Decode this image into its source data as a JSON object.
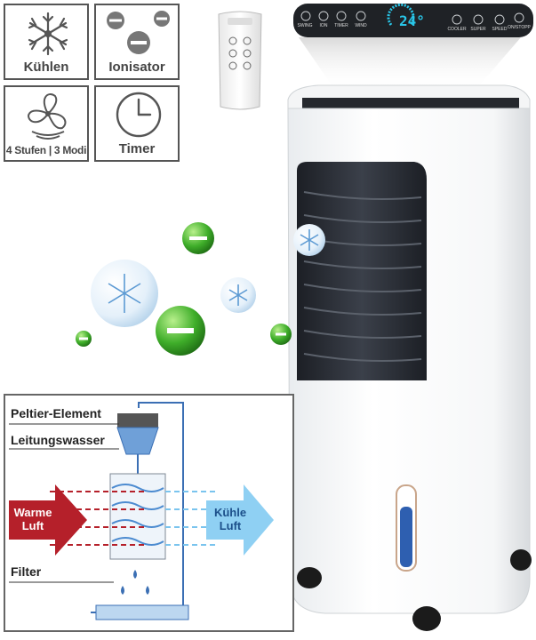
{
  "features": [
    {
      "label": "Kühlen",
      "icon": "snowflake-icon"
    },
    {
      "label": "Ionisator",
      "icon": "ion-minus-icon"
    },
    {
      "label": "4 Stufen | 3 Modi",
      "icon": "fan-icon"
    },
    {
      "label": "Timer",
      "icon": "clock-icon"
    }
  ],
  "diagram": {
    "peltier_label": "Peltier-Element",
    "water_label": "Leitungswasser",
    "warm_label_line1": "Warme",
    "warm_label_line2": "Luft",
    "cool_label_line1": "Kühle",
    "cool_label_line2": "Luft",
    "filter_label": "Filter"
  },
  "control_panel": {
    "display_value": "24",
    "display_unit": "°",
    "buttons": [
      "SWING",
      "ION",
      "TIMER",
      "WIND",
      "COOLER",
      "SUPER",
      "SPEED",
      "ON/STOPP"
    ]
  },
  "colors": {
    "ion_green": "#3fae2a",
    "warm_red": "#b5202a",
    "cool_blue": "#6bbbe8",
    "display_cyan": "#29c6e8",
    "panel_dark": "#1f2226"
  }
}
